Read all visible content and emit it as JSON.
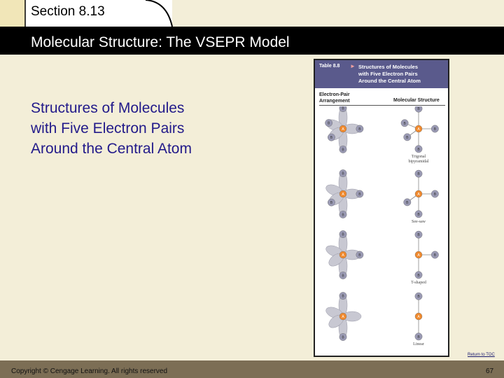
{
  "header": {
    "section_label": "Section 8.13",
    "title": "Molecular Structure: The VSEPR Model"
  },
  "main": {
    "subtitle_lines": [
      "Structures of Molecules",
      "with Five Electron Pairs",
      "Around the Central Atom"
    ]
  },
  "table": {
    "number": "Table 8.8",
    "caption_lines": [
      "Structures of Molecules",
      "with Five Electron Pairs",
      "Around the Central Atom"
    ],
    "col_headers": {
      "electron_pair_lines": [
        "Electron-Pair",
        "Arrangement"
      ],
      "molecular_structure": "Molecular Structure"
    },
    "atom_labels": {
      "central": "A",
      "bonded": "B"
    },
    "rows": [
      {
        "structure_lines": [
          "Trigonal",
          "bipyramidal"
        ]
      },
      {
        "structure_lines": [
          "See-saw"
        ]
      },
      {
        "structure_lines": [
          "T-shaped"
        ]
      },
      {
        "structure_lines": [
          "Linear"
        ]
      }
    ]
  },
  "footer": {
    "return_link": "Return to TOC",
    "copyright": "Copyright © Cengage Learning. All rights reserved",
    "page_number": "67"
  },
  "colors": {
    "background": "#f3eed8",
    "title_bar": "#000000",
    "subtitle_text": "#221a8a",
    "table_header": "#5a5a8c",
    "footer_bar": "#7c6e55",
    "central_atom": "#f08a2e",
    "bonded_atom": "#9a9ab4"
  }
}
